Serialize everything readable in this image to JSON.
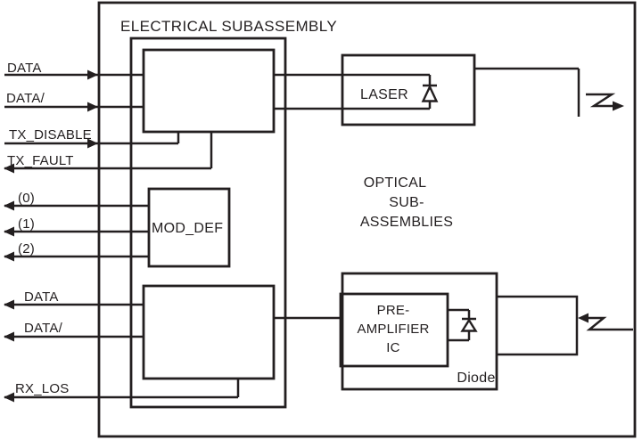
{
  "colors": {
    "ink": "#231f20",
    "background": "#ffffff"
  },
  "module": {
    "title": "ELECTRICAL SUBASSEMBLY"
  },
  "optical": {
    "line1": "OPTICAL",
    "line2": "SUB-",
    "line3": "ASSEMBLIES"
  },
  "blocks": {
    "laser": {
      "label": "LASER"
    },
    "mod_def": {
      "label": "MOD_DEF"
    },
    "preamp": {
      "line1": "PRE-",
      "line2": "AMPLIFIER",
      "line3": "IC"
    },
    "diode": {
      "label": "Diode"
    }
  },
  "pins": {
    "tx_data": {
      "label": "DATA",
      "direction": "input"
    },
    "tx_data_bar": {
      "label": "DATA/",
      "direction": "input"
    },
    "tx_disable": {
      "label": "TX_DISABLE",
      "direction": "input"
    },
    "tx_fault": {
      "label": "TX_FAULT",
      "direction": "output"
    },
    "mod_def_0": {
      "label": "(0)",
      "direction": "output"
    },
    "mod_def_1": {
      "label": "(1)",
      "direction": "output"
    },
    "mod_def_2": {
      "label": "(2)",
      "direction": "output"
    },
    "rx_data": {
      "label": "DATA",
      "direction": "output"
    },
    "rx_data_bar": {
      "label": "DATA/",
      "direction": "output"
    },
    "rx_los": {
      "label": "RX_LOS",
      "direction": "output"
    }
  }
}
